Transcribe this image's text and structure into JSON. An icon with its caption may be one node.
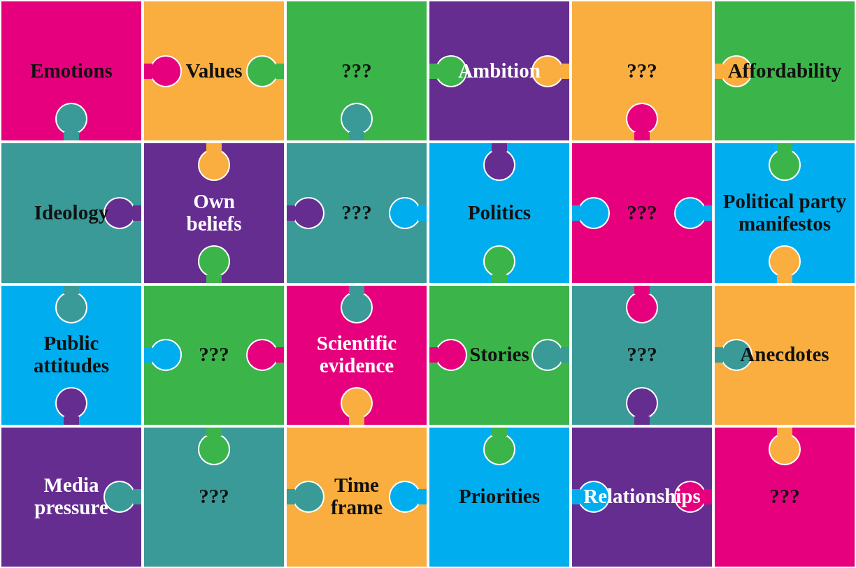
{
  "diagram": {
    "nodes": [
      {
        "text": [
          "Emotions"
        ]
      },
      {
        "text": [
          "Values"
        ]
      },
      {
        "text": [
          "???"
        ]
      },
      {
        "text": [
          "Ambition"
        ]
      },
      {
        "text": [
          "???"
        ]
      },
      {
        "text": [
          "Affordability"
        ]
      },
      {
        "text": [
          "Ideology"
        ]
      },
      {
        "text": [
          "Own beliefs"
        ]
      },
      {
        "text": [
          "???"
        ]
      },
      {
        "text": [
          "Politics"
        ]
      },
      {
        "text": [
          "???"
        ]
      },
      {
        "text": [
          "Political party manifestos"
        ]
      },
      {
        "text": [
          "Public attitudes"
        ]
      },
      {
        "text": [
          "???"
        ]
      },
      {
        "text": [
          "Scientific evidence"
        ]
      },
      {
        "text": [
          "Stories"
        ]
      },
      {
        "text": [
          "???"
        ]
      },
      {
        "text": [
          "Anecdotes"
        ]
      },
      {
        "text": [
          "Media pressure"
        ]
      },
      {
        "text": [
          "???"
        ]
      },
      {
        "text": [
          "Time frame"
        ]
      },
      {
        "text": [
          "Priorities"
        ]
      },
      {
        "text": [
          "Relationships"
        ]
      },
      {
        "text": [
          "???"
        ]
      }
    ]
  }
}
